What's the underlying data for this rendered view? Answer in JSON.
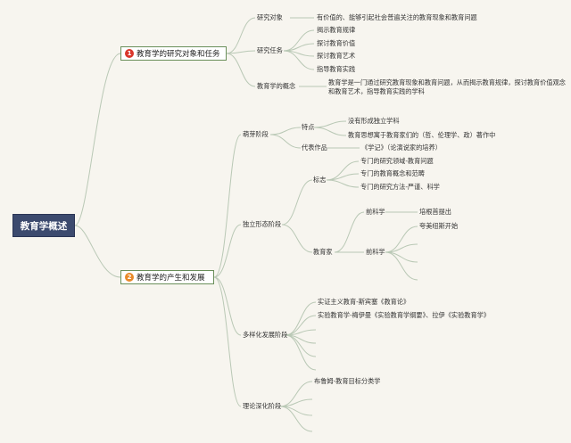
{
  "root": "教育学概述",
  "branch1": {
    "badge": "1",
    "label": "教育学的研究对象和任务",
    "research_object": {
      "label": "研究对象",
      "content": "有价值的、能够引起社会普遍关注的教育现象和教育问题"
    },
    "research_tasks": {
      "label": "研究任务",
      "items": [
        "揭示教育规律",
        "探讨教育价值",
        "探讨教育艺术",
        "指导教育实践"
      ]
    },
    "concept": {
      "label": "教育学的概念",
      "content": "教育学是一门通过研究教育现象和教育问题，从而揭示教育规律，探讨教育价值观念和教育艺术，指导教育实践的学科"
    }
  },
  "branch2": {
    "badge": "2",
    "label": "教育学的产生和发展",
    "sprouting": {
      "label": "萌芽阶段",
      "features": {
        "label": "特点",
        "items": [
          "没有形成独立学科",
          "教育思想寓于教育家们的（哲、伦理学、政）著作中"
        ]
      },
      "works": {
        "label": "代表作品",
        "content": "《学记》（论演说家的培养）"
      }
    },
    "independent": {
      "label": "独立形态阶段",
      "marks": {
        "label": "标志",
        "items": [
          "专门的研究领域-教育问题",
          "专门的教育概念和范畴",
          "专门的研究方法-严谨、科学"
        ]
      },
      "educators": {
        "label": "教育家",
        "pre_science": {
          "label": "前科学",
          "content": "培根首提出"
        },
        "science": {
          "label": "前科学",
          "content": "夸美纽斯开始"
        }
      }
    },
    "diversified": {
      "label": "多样化发展阶段",
      "items": [
        "实证主义教育-斯宾塞《教育论》",
        "实验教育学-梅伊曼《实验教育学纲要》、拉伊《实验教育学》"
      ]
    },
    "theoretical": {
      "label": "理论深化阶段",
      "items": [
        "布鲁姆-教育目标分类学"
      ]
    }
  }
}
